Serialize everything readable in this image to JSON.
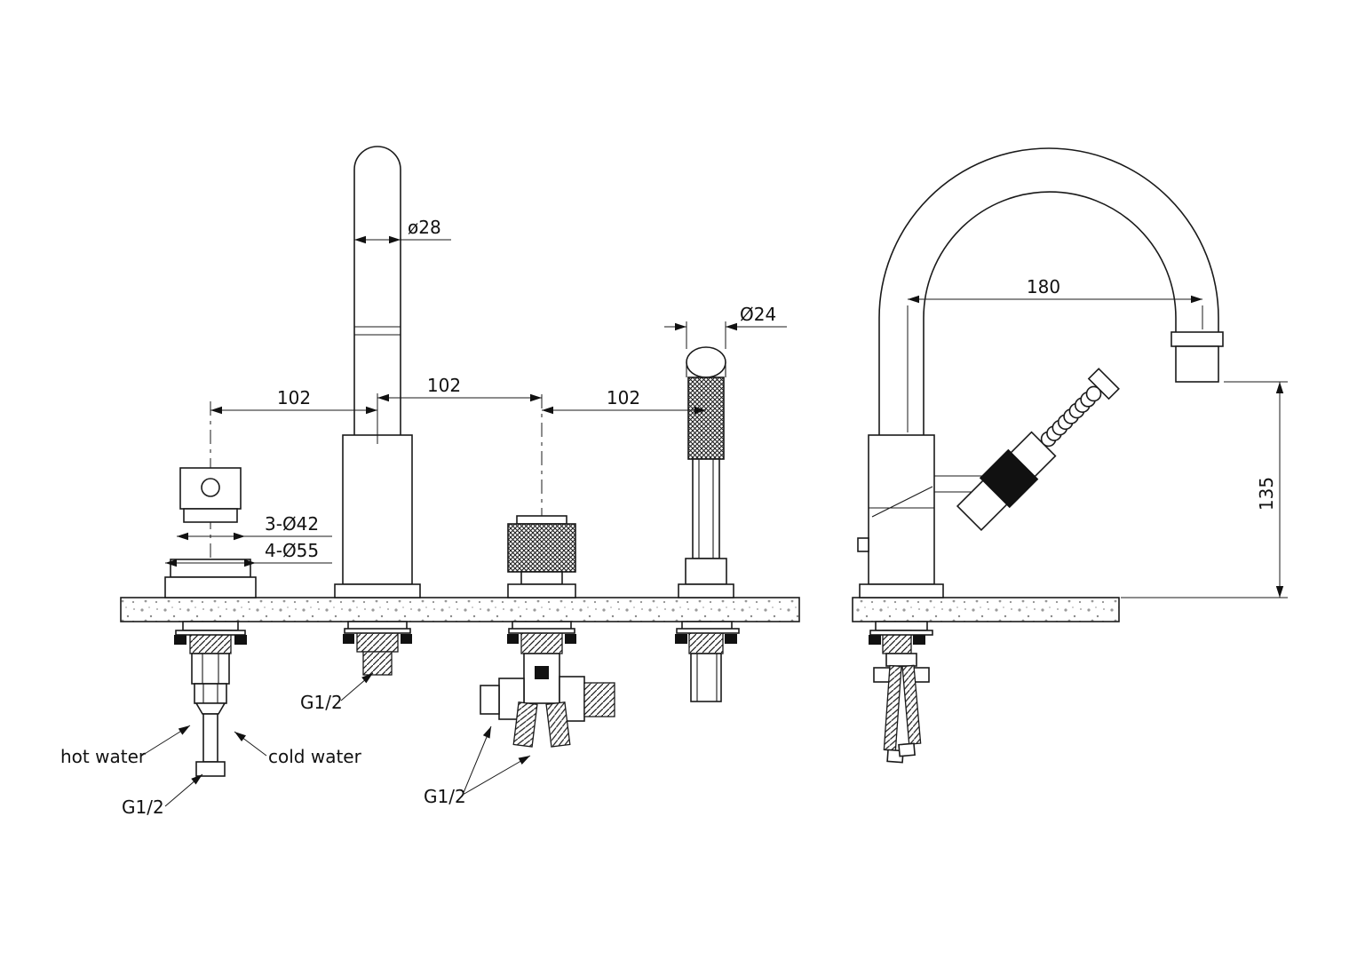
{
  "colors": {
    "background": "#ffffff",
    "ink": "#1a1a1a"
  },
  "front_view": {
    "dims": {
      "spout_diameter": "ø28",
      "shower_diameter": "Ø24",
      "pitch_1": "102",
      "pitch_2": "102",
      "pitch_3": "102",
      "holes_3": "3-Ø42",
      "holes_4": "4-Ø55"
    },
    "labels": {
      "hot_water": "hot water",
      "cold_water": "cold water",
      "g12_supply": "G1/2",
      "g12_spout": "G1/2",
      "g12_diverter": "G1/2"
    }
  },
  "side_view": {
    "dims": {
      "reach": "180",
      "height": "135"
    }
  }
}
